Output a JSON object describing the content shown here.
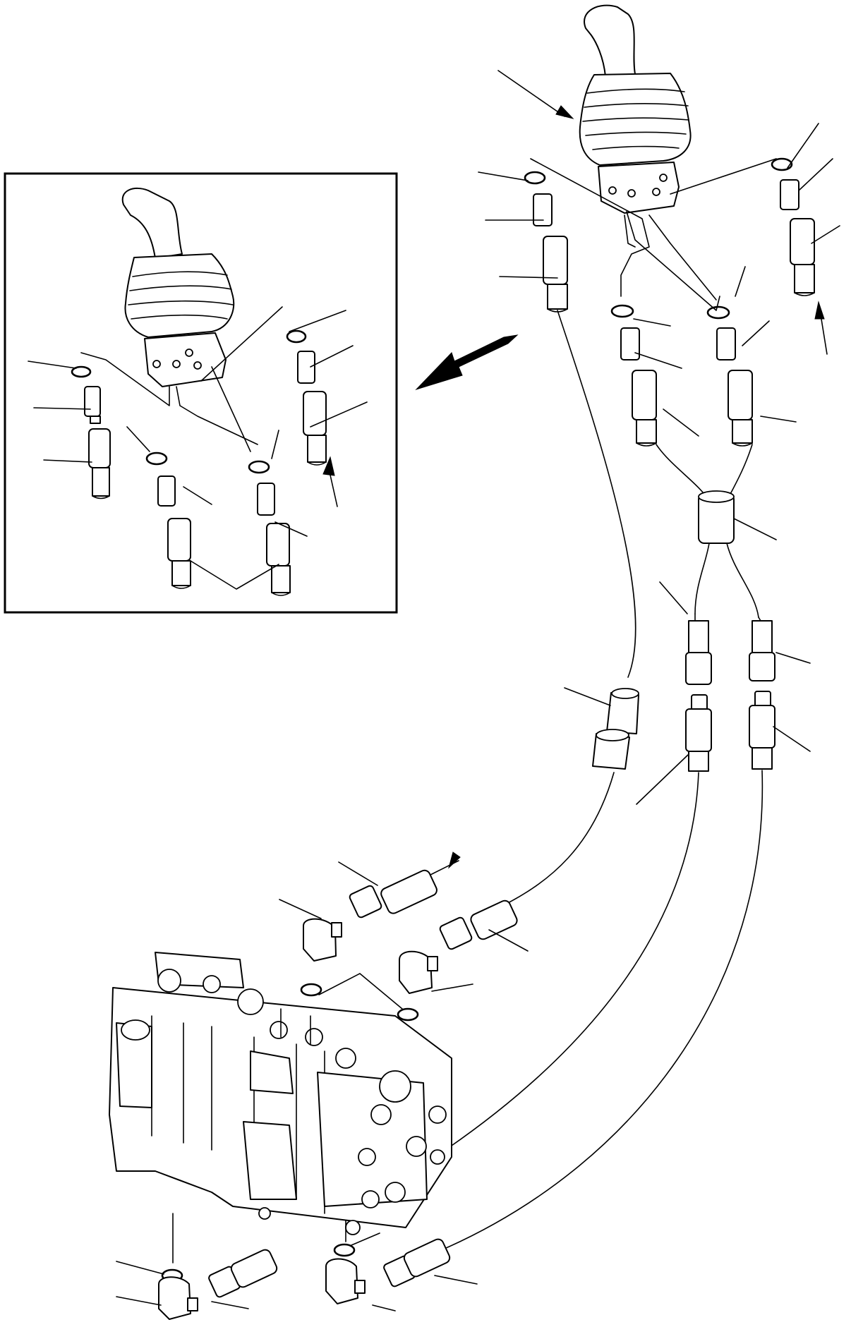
{
  "figure": {
    "description_free": true,
    "colors": {
      "ink": "#000000",
      "paper": "#ffffff"
    },
    "components": [
      {
        "name": "joystick-lever-main"
      },
      {
        "name": "joystick-lever-inset"
      },
      {
        "name": "control-valve-block"
      },
      {
        "name": "hose-junction-sleeve"
      },
      {
        "name": "hose-protector-sleeve"
      }
    ],
    "inset": {
      "shown": true
    },
    "callout_labels": []
  }
}
